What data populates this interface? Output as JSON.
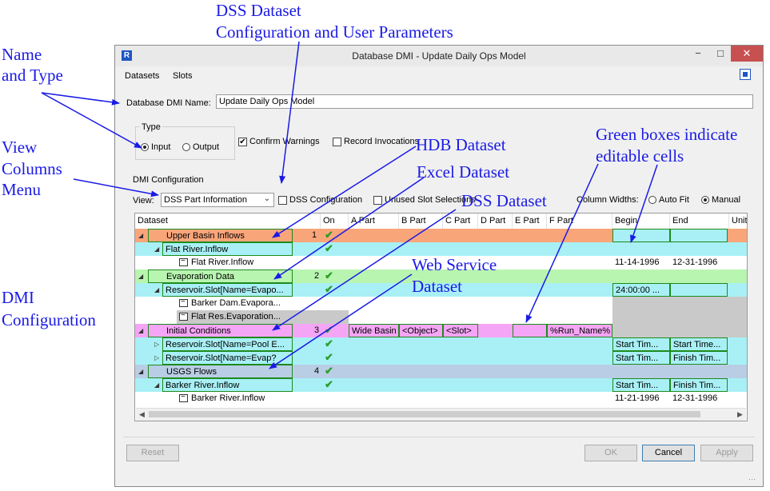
{
  "annotations": {
    "dss_config_title": "DSS Dataset",
    "dss_config_sub": "Configuration and User Parameters",
    "name_type_1": "Name",
    "name_type_2": "and Type",
    "view_menu_1": "View",
    "view_menu_2": "Columns",
    "view_menu_3": "Menu",
    "dmi_config_1": "DMI",
    "dmi_config_2": "Configuration",
    "hdb_dataset": "HDB Dataset",
    "excel_dataset": "Excel Dataset",
    "dss_dataset": "DSS Dataset",
    "web_service_1": "Web Service",
    "web_service_2": "Dataset",
    "green_boxes_1": "Green boxes indicate",
    "green_boxes_2": "editable cells"
  },
  "window": {
    "title": "Database DMI - Update Daily Ops Model",
    "minimize": "−",
    "maximize": "□",
    "close": "✕"
  },
  "menu": {
    "datasets": "Datasets",
    "slots": "Slots"
  },
  "name_field": {
    "label": "Database DMI Name:",
    "value": "Update Daily Ops Model"
  },
  "type": {
    "title": "Type",
    "input": "Input",
    "output": "Output"
  },
  "options": {
    "confirm_warnings": "Confirm Warnings",
    "record_invocations": "Record Invocations"
  },
  "dmi_config": {
    "label": "DMI Configuration",
    "view_label": "View:",
    "view_value": "DSS Part Information",
    "dss_configuration": "DSS Configuration",
    "unused_slot_selections": "Unused Slot Selections",
    "column_widths": "Column Widths:",
    "auto_fit": "Auto Fit",
    "manual": "Manual"
  },
  "columns": [
    "Dataset",
    "On",
    "A Part",
    "B Part",
    "C Part",
    "D Part",
    "E Part",
    "F Part",
    "Begin",
    "End",
    "Units"
  ],
  "rows": {
    "r1": {
      "name": "Upper Basin Inflows",
      "num": "1",
      "color": "#f9a57a"
    },
    "r2": {
      "name": "Flat River.Inflow",
      "begin": "11-14-1996",
      "end": "12-31-1996"
    },
    "r3": {
      "name": "Flat River.Inflow"
    },
    "r4": {
      "name": "Evaporation Data",
      "num": "2",
      "color": "#b8f5b0"
    },
    "r5": {
      "name": "Reservoir.Slot[Name=Evapo...",
      "begin": "24:00:00 ..."
    },
    "r6": {
      "name": "Barker Dam.Evapora..."
    },
    "r7": {
      "name": "Flat Res.Evaporation..."
    },
    "r8": {
      "name": "Initial Conditions",
      "num": "3",
      "color": "#f5a5f5",
      "a": "Wide Basin",
      "b": "<Object>",
      "c": "<Slot>",
      "f": "%Run_Name%"
    },
    "r9": {
      "name": "Reservoir.Slot[Name=Pool E...",
      "begin": "Start Tim...",
      "end": "Start Time..."
    },
    "r10": {
      "name": "Reservoir.Slot[Name=Evap?",
      "begin": "Start Tim...",
      "end": "Finish Tim..."
    },
    "r11": {
      "name": "USGS Flows",
      "num": "4",
      "color": "#b9cde4"
    },
    "r12": {
      "name": "Barker River.Inflow",
      "begin": "Start Tim...",
      "end": "Finish Tim..."
    },
    "r13": {
      "name": "Barker River.Inflow",
      "begin": "11-21-1996",
      "end": "12-31-1996"
    }
  },
  "check_mark": "✔",
  "buttons": {
    "reset": "Reset",
    "ok": "OK",
    "cancel": "Cancel",
    "apply": "Apply"
  },
  "colors": {
    "child_row": "#a8f0f5",
    "annotation": "#1a1ae6",
    "editable_border": "#1d8a1d"
  }
}
